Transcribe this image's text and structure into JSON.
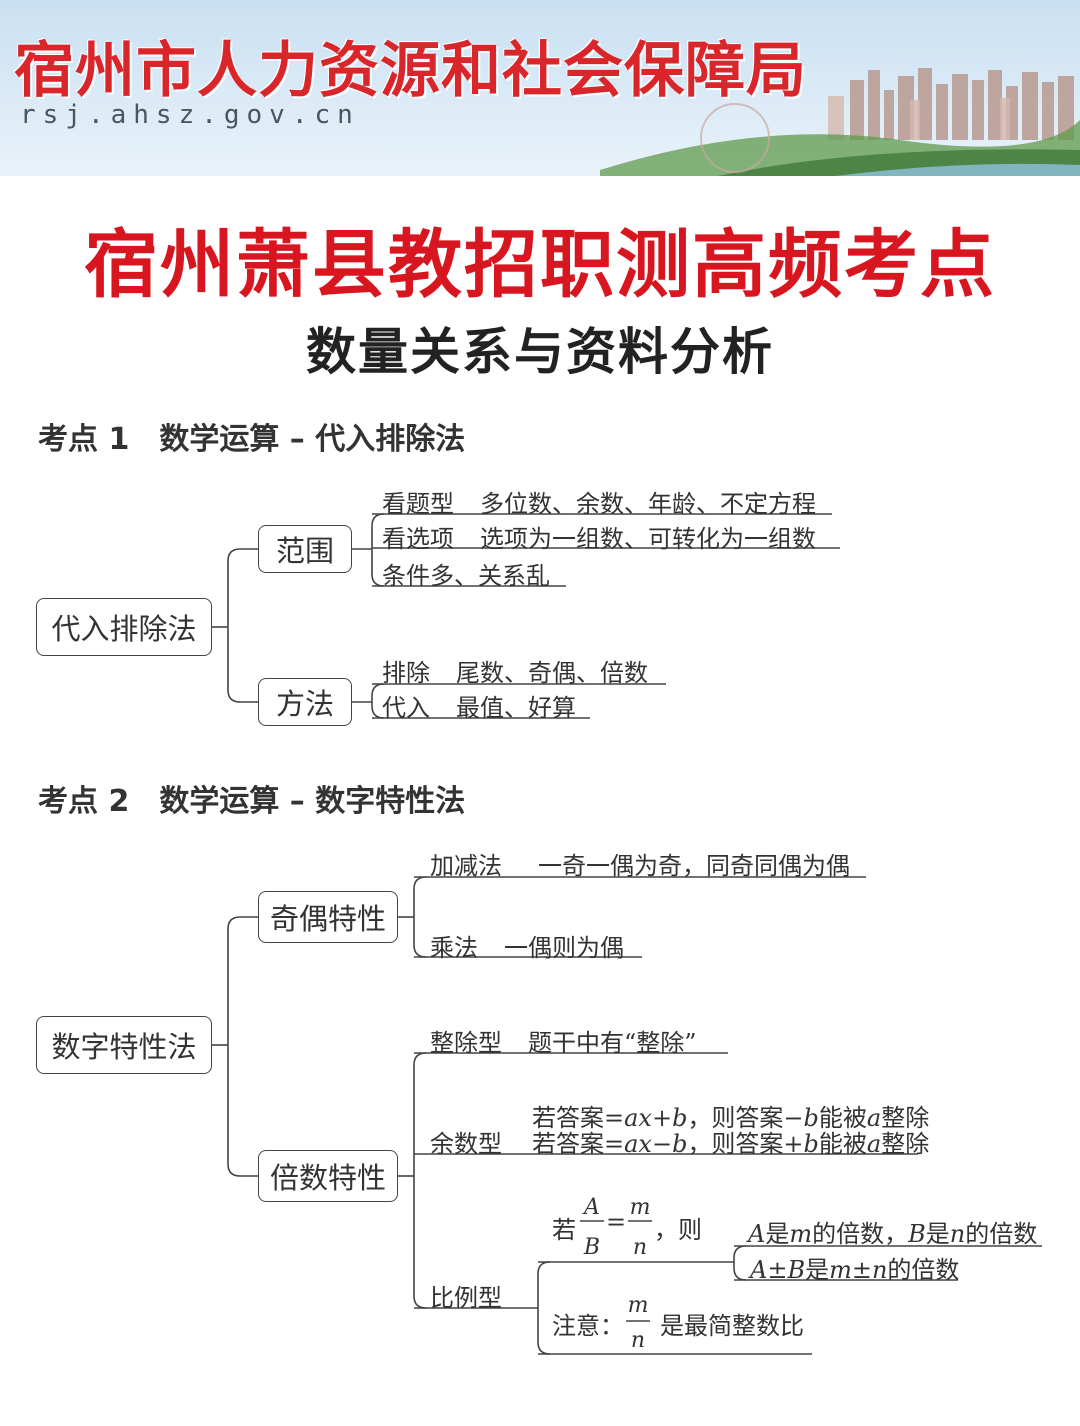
{
  "banner": {
    "org_name": "宿州市人力资源和社会保障局",
    "url": "rsj.ahsz.gov.cn"
  },
  "title": "宿州萧县教招职测高频考点",
  "subtitle": "数量关系与资料分析",
  "section1": {
    "number": "考点 1",
    "heading": "数学运算 – 代入排除法",
    "root": "代入排除法",
    "branch_scope": "范围",
    "scope_items": [
      {
        "key": "看题型",
        "value": "多位数、余数、年龄、不定方程"
      },
      {
        "key": "看选项",
        "value": "选项为一组数、可转化为一组数"
      },
      {
        "key": "条件多、关系乱",
        "value": ""
      }
    ],
    "branch_method": "方法",
    "method_items": [
      {
        "key": "排除",
        "value": "尾数、奇偶、倍数"
      },
      {
        "key": "代入",
        "value": "最值、好算"
      }
    ]
  },
  "section2": {
    "number": "考点 2",
    "heading": "数学运算 – 数字特性法",
    "root": "数字特性法",
    "branch_parity": "奇偶特性",
    "parity_items": [
      {
        "key": "加减法",
        "value": "一奇一偶为奇，同奇同偶为偶"
      },
      {
        "key": "乘法",
        "value": "一偶则为偶"
      }
    ],
    "branch_multiple": "倍数特性",
    "divisible": {
      "key": "整除型",
      "value": "题干中有“整除”"
    },
    "remainder": {
      "key": "余数型",
      "line1": {
        "pre": "若答案=",
        "expr": "ax+b",
        "mid": "，则答案−",
        "var": "b",
        "post": "能被",
        "var2": "a",
        "end": "整除"
      },
      "line2": {
        "pre": "若答案=",
        "expr": "ax−b",
        "mid": "，则答案+",
        "var": "b",
        "post": "能被",
        "var2": "a",
        "end": "整除"
      }
    },
    "ratio": {
      "key": "比例型",
      "if_prefix": "若",
      "frac_a_num": "A",
      "frac_a_den": "B",
      "equals": "=",
      "frac_m_num": "m",
      "frac_m_den": "n",
      "then": "，则",
      "result1": {
        "v1": "A",
        "t1": "是",
        "v2": "m",
        "t2": "的倍数，",
        "v3": "B",
        "t3": "是",
        "v4": "n",
        "t4": "的倍数"
      },
      "result2": {
        "v1": "A±B",
        "t1": "是",
        "v2": "m±n",
        "t2": "的倍数"
      },
      "note_prefix": "注意：",
      "note_num": "m",
      "note_den": "n",
      "note_suffix": "是最简整数比"
    }
  }
}
